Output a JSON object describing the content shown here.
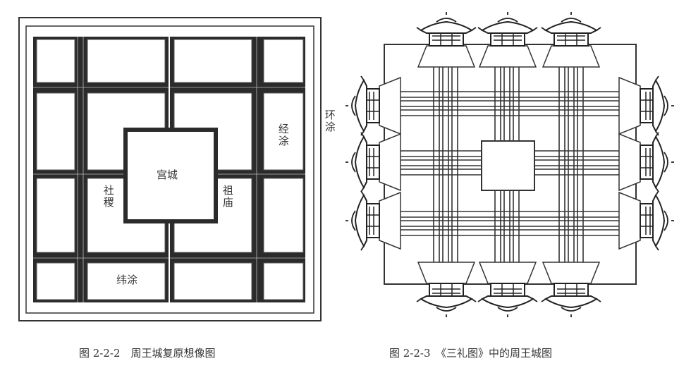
{
  "figure_left": {
    "caption": "图 2-2-2　周王城复原想像图",
    "labels": {
      "palace": "宫城",
      "altar": "社稷",
      "ancestral_temple": "祖庙",
      "jing_road": "经涂",
      "wei_road": "纬涂",
      "ring_road": "环涂"
    }
  },
  "figure_right": {
    "caption": "图 2-2-3　《三礼图》中的周王城图"
  }
}
